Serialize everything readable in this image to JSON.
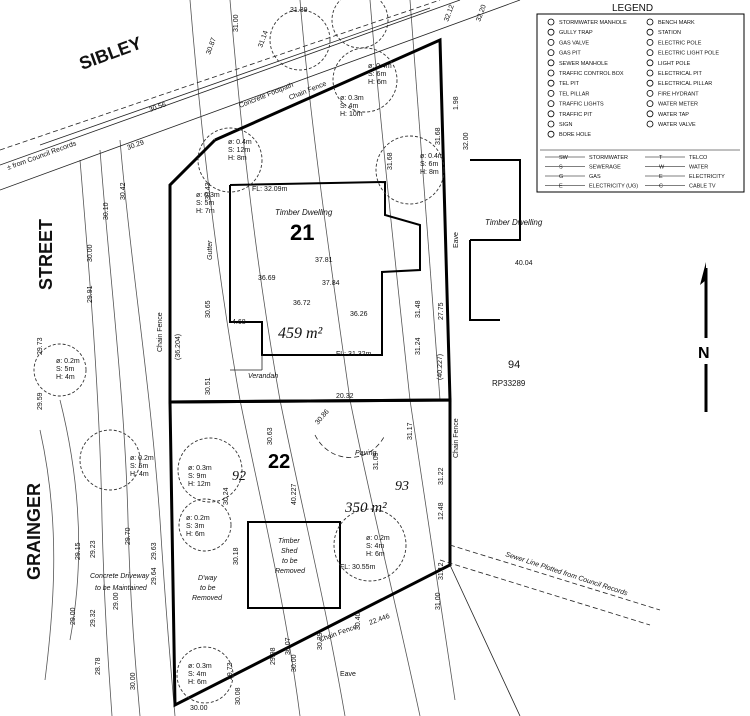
{
  "streets": {
    "sibley": "SIBLEY",
    "street": "STREET",
    "grainger": "GRAINGER"
  },
  "lots": {
    "lot21": {
      "number": "21",
      "area": "459 m²"
    },
    "lot22": {
      "number": "22",
      "area": "350 m²"
    },
    "lot94": {
      "number": "94",
      "plan": "RP33289"
    }
  },
  "labels": {
    "timber_dwelling": "Timber Dwelling",
    "timber_dwelling_adj": "Timber Dwelling",
    "verandah": "Verandah",
    "gutter": "Gutter",
    "paving": "Paving",
    "fl_upper": "FL: 32.09m",
    "fl_lower": "FL: 31.32m",
    "fl_shed": "FL: 30.55m",
    "shed_line1": "Timber",
    "shed_line2": "Shed",
    "shed_line3": "to be",
    "shed_line4": "Removed",
    "driveway_line1": "Concrete Driveway",
    "driveway_line2": "to be Maintained",
    "dway_line1": "D'way",
    "dway_line2": "to be",
    "dway_line3": "Removed",
    "chain_fence": "Chain Fence",
    "concrete_footpath": "Concrete Footpath",
    "sewer_note": "Sewer Line Plotted from Council Records",
    "council_note": "± from Council Records",
    "eave": "Eave",
    "eave_bottom": "Eave",
    "north": "N"
  },
  "dimensions": {
    "d1": "20.32",
    "d2": "40.227",
    "d3": "(40.227)",
    "d4": "(36.204)",
    "d5": "22.446",
    "d6": "4.68",
    "d7": "36.72",
    "d8": "37.84",
    "d9": "36.26",
    "d10": "37.81",
    "d11": "36.69",
    "d12": "27.75",
    "d13": "12.48",
    "d14": "1.98",
    "d15": "40.04"
  },
  "levels": {
    "l1": "31.00",
    "l2": "30.00",
    "l3": "29.00",
    "l4": "32.00",
    "l5": "31.00",
    "l6": "30.00",
    "l7": "29.91",
    "l8": "29.73",
    "l9": "29.59",
    "l10": "29.15",
    "l11": "29.23",
    "l12": "29.32",
    "l13": "29.70",
    "l14": "29.63",
    "l15": "29.64",
    "l16": "30.24",
    "l17": "30.18",
    "l18": "30.65",
    "l19": "30.51",
    "l20": "30.63",
    "l21": "30.86",
    "l22": "31.09",
    "l23": "31.17",
    "l24": "31.22",
    "l25": "31.12",
    "l26": "31.68",
    "l27": "31.48",
    "l28": "31.24",
    "l29": "30.40",
    "l30": "30.29",
    "l31": "30.07",
    "l32": "29.98",
    "l33": "29.73",
    "l34": "30.00",
    "l35": "30.08",
    "l36": "28.78",
    "l37": "29.00",
    "l38": "30.42",
    "l39": "30.10",
    "l40": "31.39",
    "l41": "32.12",
    "l42": "32.20",
    "l43": "30.87",
    "l44": "31.14",
    "l45": "30.56",
    "l46": "30.29",
    "l47": "31.68",
    "l48": "30.43",
    "l49": "30.00",
    "l50": "92",
    "l51": "93"
  },
  "trees": {
    "t1": {
      "line1": "ø: 0.4m",
      "line2": "S: 12m",
      "line3": "H: 8m"
    },
    "t2": {
      "line1": "ø: 0.3m",
      "line2": "S: 5m",
      "line3": "H: 7m"
    },
    "t3": {
      "line1": "ø: 0.4m",
      "line2": "S: 6m",
      "line3": "H: 8m"
    },
    "t4": {
      "line1": "ø: 0.3m",
      "line2": "S: 4m",
      "line3": "H: 10m"
    },
    "t5": {
      "line1": "ø: 0.4m",
      "line2": "S: 6m",
      "line3": "H: 6m"
    },
    "t6": {
      "line1": "ø: 0.2m",
      "line2": "S: 5m",
      "line3": "H: 4m"
    },
    "t7": {
      "line1": "ø: 0.2m",
      "line2": "S: 5m",
      "line3": "H: 4m"
    },
    "t8": {
      "line1": "ø: 0.3m",
      "line2": "S: 9m",
      "line3": "H: 12m"
    },
    "t9": {
      "line1": "ø: 0.2m",
      "line2": "S: 3m",
      "line3": "H: 6m"
    },
    "t10": {
      "line1": "ø: 0.2m",
      "line2": "S: 4m",
      "line3": "H: 6m"
    },
    "t11": {
      "line1": "ø: 0.3m",
      "line2": "S: 4m",
      "line3": "H: 6m"
    }
  },
  "legend": {
    "title": "LEGEND",
    "items_left": [
      "STORMWATER MANHOLE",
      "GULLY TRAP",
      "GAS VALVE",
      "GAS PIT",
      "SEWER MANHOLE",
      "TRAFFIC CONTROL BOX",
      "TEL PIT",
      "TEL PILLAR",
      "TRAFFIC LIGHTS",
      "TRAFFIC PIT",
      "SIGN",
      "BORE HOLE"
    ],
    "items_right": [
      "BENCH MARK",
      "STATION",
      "ELECTRIC POLE",
      "ELECTRIC LIGHT POLE",
      "LIGHT POLE",
      "ELECTRICAL PIT",
      "ELECTRICAL PILLAR",
      "FIRE HYDRANT",
      "WATER METER",
      "WATER TAP",
      "WATER VALVE"
    ],
    "lines": [
      {
        "code": "SW",
        "label": "STORMWATER",
        "code2": "T",
        "label2": "TELCO"
      },
      {
        "code": "S",
        "label": "SEWERAGE",
        "code2": "W",
        "label2": "WATER"
      },
      {
        "code": "G",
        "label": "GAS",
        "code2": "E",
        "label2": "ELECTRICITY"
      },
      {
        "code": "E",
        "label": "ELECTRICITY (UG)",
        "code2": "C",
        "label2": "CABLE TV"
      }
    ]
  }
}
